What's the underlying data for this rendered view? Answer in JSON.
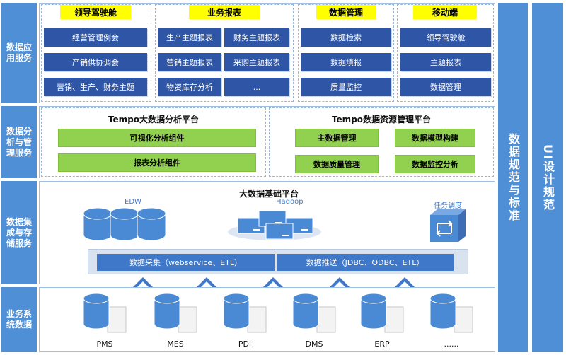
{
  "left_bands": [
    {
      "label": "数据应用服务"
    },
    {
      "label": "数据分析与管理服务"
    },
    {
      "label": "数据集成与存储服务"
    },
    {
      "label": "业务系统数据"
    }
  ],
  "app_panels": [
    {
      "title": "领导驾驶舱",
      "items": [
        "经营管理例会",
        "产销供协调会",
        "营销、生产、财务主题"
      ]
    },
    {
      "title": "业务报表",
      "items": [
        "生产主题报表",
        "财务主题报表",
        "营销主题报表",
        "采购主题报表",
        "物资库存分析",
        "..."
      ]
    },
    {
      "title": "数据管理",
      "items": [
        "数据检索",
        "数据填报",
        "质量监控"
      ]
    },
    {
      "title": "移动端",
      "items": [
        "领导驾驶舱",
        "主题报表",
        "数据管理"
      ]
    }
  ],
  "analysis": {
    "left": {
      "title": "Tempo大数据分析平台",
      "items": [
        "可视化分析组件",
        "报表分析组件"
      ]
    },
    "right": {
      "title": "Tempo数据资源管理平台",
      "items": [
        "主数据管理",
        "数据模型构建",
        "数据质量管理",
        "数据监控分析"
      ]
    }
  },
  "integration": {
    "title": "大数据基础平台",
    "edw_label": "EDW",
    "hadoop_label": "Hadoop",
    "scheduler_label": "任务调度",
    "collect_label": "数据采集（webservice、ETL）",
    "push_label": "数据推送（JDBC、ODBC、ETL）"
  },
  "sources": [
    "PMS",
    "MES",
    "PDI",
    "DMS",
    "ERP",
    "......"
  ],
  "right_bars": {
    "standards": "数据规范与标准",
    "ui": "UI设计规范"
  },
  "colors": {
    "band_blue": "#4f8fd6",
    "button_dark_blue": "#2f56a6",
    "button_green": "#92d050",
    "title_yellow": "#ffff00"
  }
}
